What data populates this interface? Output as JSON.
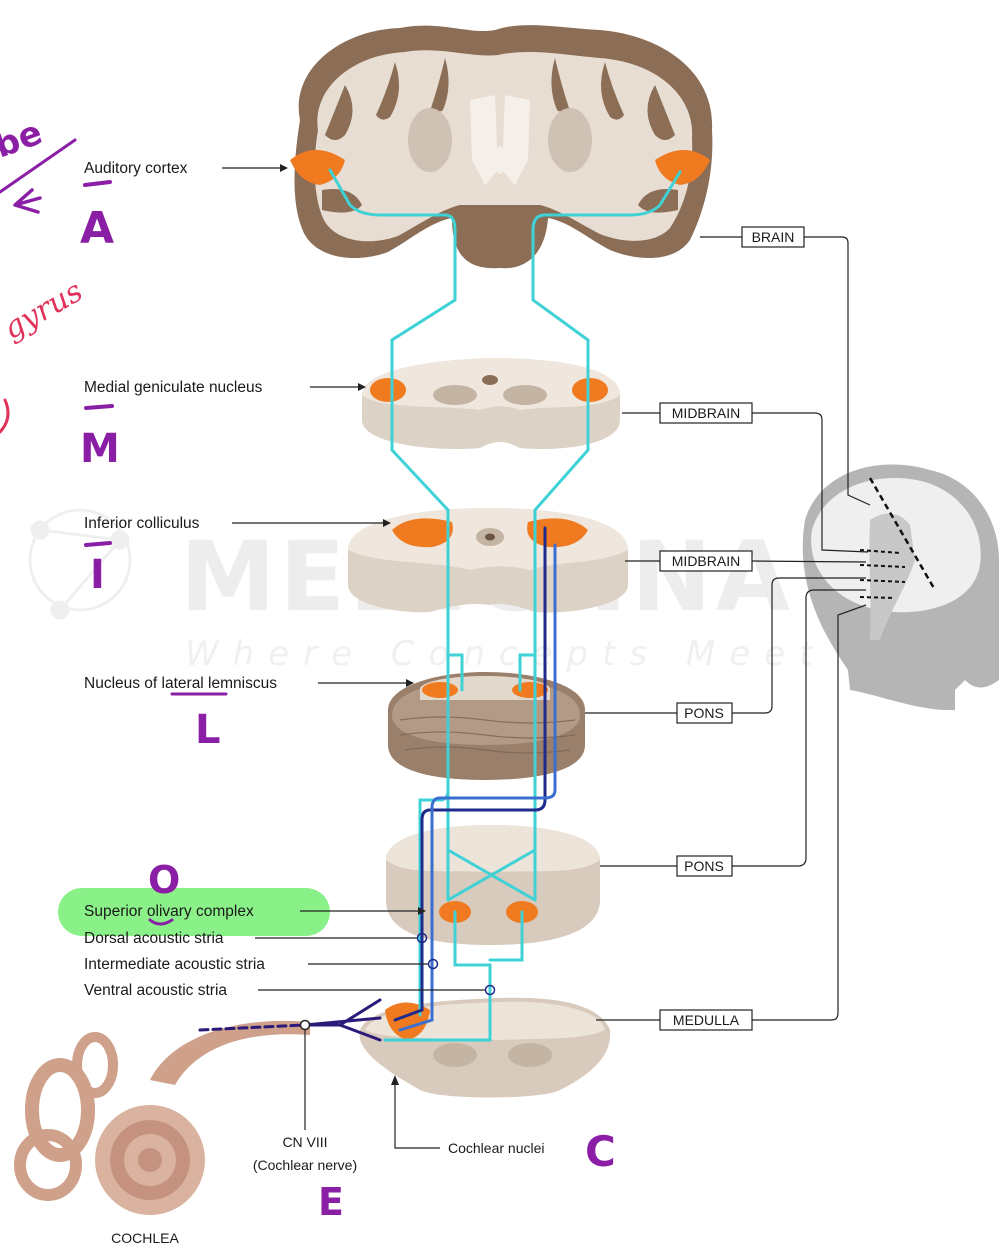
{
  "labels": {
    "auditory_cortex": "Auditory cortex",
    "medial_geniculate": "Medial geniculate nucleus",
    "inferior_colliculus": "Inferior colliculus",
    "nucleus_lateral_lemniscus": "Nucleus of lateral lemniscus",
    "superior_olivary": "Superior olivary complex",
    "dorsal_stria": "Dorsal acoustic stria",
    "intermediate_stria": "Intermediate acoustic stria",
    "ventral_stria": "Ventral acoustic stria",
    "cn_viii_line1": "CN VIII",
    "cn_viii_line2": "(Cochlear nerve)",
    "cochlear_nuclei": "Cochlear nuclei",
    "cochlea": "COCHLEA"
  },
  "level_boxes": {
    "brain": "BRAIN",
    "midbrain_upper": "MIDBRAIN",
    "midbrain_lower": "MIDBRAIN",
    "pons_upper": "PONS",
    "pons_lower": "PONS",
    "medulla": "MEDULLA"
  },
  "watermark": {
    "name": "MEDICNNA",
    "tagline": "Where Concepts Meet Mnemonics"
  },
  "annotations": {
    "letter_a": "A",
    "letter_m": "M",
    "letter_i": "I",
    "letter_l": "L",
    "letter_o": "O",
    "letter_c": "C",
    "letter_e": "E",
    "scribble_top": "be",
    "scribble_mid": "gyrus"
  },
  "colors": {
    "pathway_cyan": "#3ed1d6",
    "pathway_navy": "#1e2a8c",
    "pathway_blue": "#3a6fd0",
    "nucleus_orange": "#f07a20",
    "highlight_green": "#7cf07a",
    "annotation_purple": "#8a1fa6",
    "brain_brown": "#8c6d55",
    "tissue_beige": "#e8ddd2"
  }
}
